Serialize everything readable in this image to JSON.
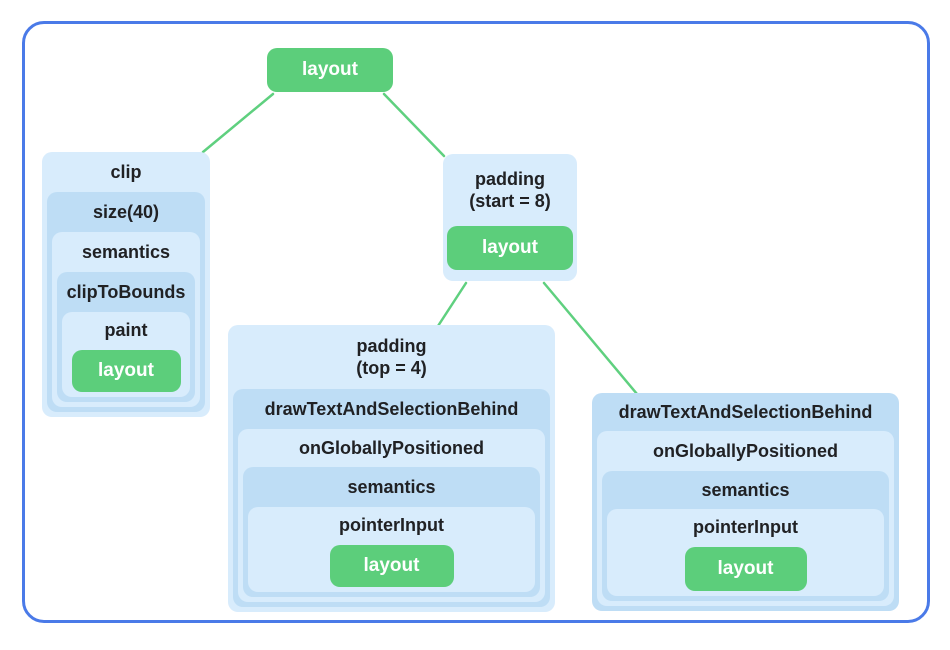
{
  "colors": {
    "frame_border": "#4A7AE8",
    "node_green": "#5CCE7B",
    "node_blue_light": "#D8ECFC",
    "node_blue_dark": "#BEDDF5",
    "edge_green": "#5FD07F",
    "label_text": "#202124",
    "pill_text": "#FFFFFF"
  },
  "root": {
    "label": "layout"
  },
  "clip_box": {
    "levels": [
      "clip",
      "size(40)",
      "semantics",
      "clipToBounds",
      "paint"
    ],
    "leaf_label": "layout"
  },
  "padding_start_box": {
    "title_line1": "padding",
    "title_line2": "(start = 8)",
    "leaf_label": "layout"
  },
  "padding_top_box": {
    "title_line1": "padding",
    "title_line2": "(top = 4)",
    "levels": [
      "drawTextAndSelectionBehind",
      "onGloballyPositioned",
      "semantics",
      "pointerInput"
    ],
    "leaf_label": "layout"
  },
  "draw_text_box": {
    "levels": [
      "drawTextAndSelectionBehind",
      "onGloballyPositioned",
      "semantics",
      "pointerInput"
    ],
    "leaf_label": "layout"
  }
}
